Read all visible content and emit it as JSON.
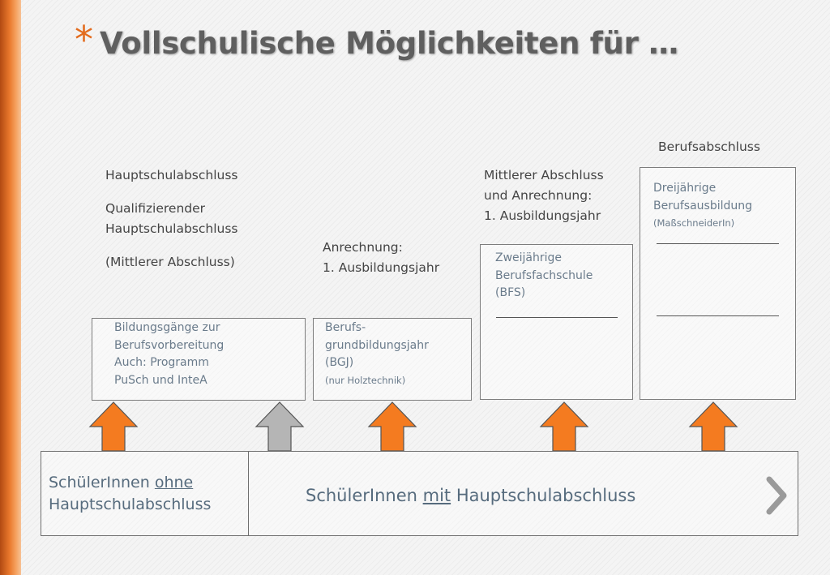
{
  "title": {
    "bullet": "*",
    "text": "Vollschulische Möglichkeiten für …"
  },
  "columns": [
    {
      "top_labels": [
        "Hauptschulabschluss",
        "Qualifizierender",
        "Hauptschulabschluss",
        "(Mittlerer Abschluss)"
      ],
      "box_lines": [
        "Bildungsgänge zur",
        "Berufsvorbereitung",
        "Auch: Programm",
        "PuSch und InteA"
      ]
    },
    {
      "top_labels": [
        "Anrechnung:",
        "1. Ausbildungsjahr"
      ],
      "box_lines": [
        "Berufs-",
        "grundbildungsjahr",
        "(BGJ)"
      ],
      "box_note": "(nur Holztechnik)"
    },
    {
      "top_labels": [
        "Mittlerer Abschluss",
        "und Anrechnung:",
        "1. Ausbildungsjahr"
      ],
      "box_lines": [
        "Zweijährige",
        "Berufsfachschule",
        "(BFS)"
      ]
    },
    {
      "top_labels": [
        "Berufsabschluss"
      ],
      "box_lines": [
        "Dreijährige",
        "Berufsausbildung"
      ],
      "box_note": "(MaßschneiderIn)"
    }
  ],
  "arrows": [
    {
      "name": "orange",
      "color": "#f47b20"
    },
    {
      "name": "gray",
      "color": "#b5b5b5"
    },
    {
      "name": "orange",
      "color": "#f47b20"
    },
    {
      "name": "orange",
      "color": "#f47b20"
    },
    {
      "name": "orange",
      "color": "#f47b20"
    }
  ],
  "base": {
    "left_prefix": "SchülerInnen ",
    "left_emph": "ohne",
    "left_line2": "Hauptschulabschluss",
    "right_prefix": "SchülerInnen ",
    "right_emph": "mit",
    "right_suffix": " Hauptschulabschluss"
  },
  "colors": {
    "accent": "#e36c1e",
    "arrow_orange": "#f47b20",
    "arrow_gray": "#b5b5b5",
    "box_text": "#6a7b8b"
  }
}
